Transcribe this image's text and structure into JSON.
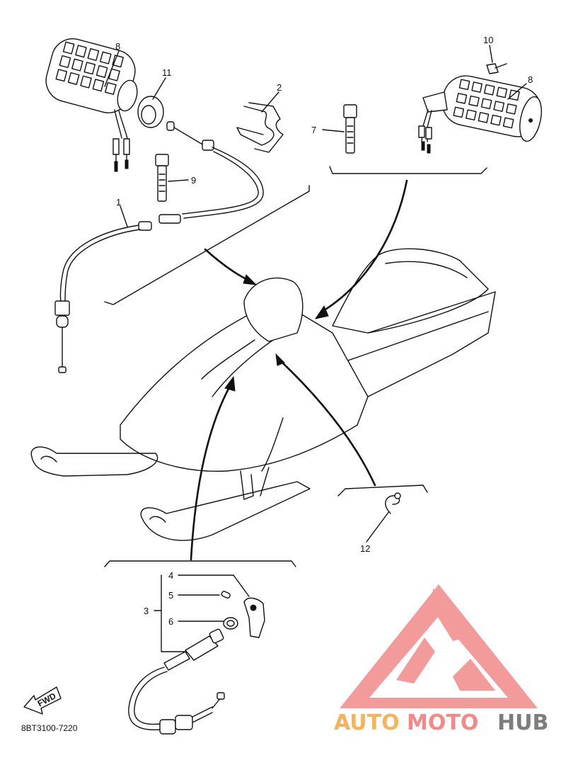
{
  "diagram": {
    "part_labels": [
      {
        "id": "1",
        "text": "1"
      },
      {
        "id": "2",
        "text": "2"
      },
      {
        "id": "3",
        "text": "3"
      },
      {
        "id": "4",
        "text": "4"
      },
      {
        "id": "5",
        "text": "5"
      },
      {
        "id": "6",
        "text": "6"
      },
      {
        "id": "7",
        "text": "7"
      },
      {
        "id": "8a",
        "text": "8"
      },
      {
        "id": "8b",
        "text": "8"
      },
      {
        "id": "9",
        "text": "9"
      },
      {
        "id": "10",
        "text": "10"
      },
      {
        "id": "11",
        "text": "11"
      },
      {
        "id": "12",
        "text": "12"
      }
    ],
    "fwd_label": "FWD",
    "drawing_code": "8BT3100-7220"
  },
  "watermark": {
    "part1": "AUTO",
    "part2": "MOTO",
    "part3": "HUB",
    "colors": {
      "auto": "#f6b35c",
      "moto": "#f28a8a",
      "hub": "#7d7d7d",
      "logo": "#f28a8a"
    }
  }
}
